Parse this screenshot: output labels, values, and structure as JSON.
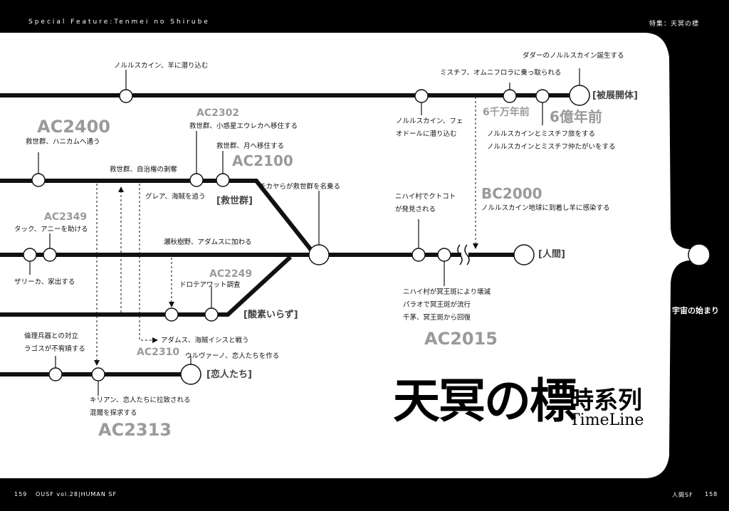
{
  "header": {
    "left": "Special Feature:Tenmei no Shirube",
    "right": "特集：天冥の標"
  },
  "footer": {
    "left_page": "159",
    "left_text": "OUSF vol.28|HUMAN SF",
    "right_text": "人間SF",
    "right_page": "158"
  },
  "title": {
    "main": "天冥の標",
    "sub": "時系列",
    "english": "TimeLine"
  },
  "origin_label": "宇宙の始まり",
  "eras": {
    "hitenkaitai": "[被展開体]",
    "kyuseigun": "[救世群]",
    "ningen": "[人間]",
    "sanso": "[酸素いらず]",
    "koibito": "[恋人たち]"
  },
  "years": {
    "ac2400": "AC2400",
    "ac2302": "AC2302",
    "ac2100": "AC2100",
    "ac2349": "AC2349",
    "ac2249": "AC2249",
    "ac2310": "AC2310",
    "ac2313": "AC2313",
    "ac2015": "AC2015",
    "bc2000": "BC2000",
    "sixty_million": "6千万年前",
    "six_hundred_million": "6億年前"
  },
  "events": {
    "nolleskain_hitsuji": "ノルルスカイン、羊に潜り込む",
    "dada_birth": "ダダーのノルルスカイン誕生する",
    "michichif_omnifloria": "ミスチフ、オムニフロラに乗っ取られる",
    "nolleskain_feodor_1": "ノルルスカイン、フェ",
    "nolleskain_feodor_2": "オドールに潜り込む",
    "travel": "ノルルスカインとミスチフ旅をする",
    "quarrel": "ノルルスカインとミスチフ仲たがいをする",
    "hanicam": "救世群、ハニカムへ通う",
    "eureka": "救世群、小惑星エウレカへ移住する",
    "moon": "救世群、月へ移住する",
    "autonomy": "救世群、自治権の剥奪",
    "grea_pirate": "グレア、海賊を追う",
    "chikaya": "チカヤらが救世群を名乗る",
    "nihai_kutokoto_1": "ニハイ村でクトコト",
    "nihai_kutokoto_2": "が発見される",
    "bc2000_event": "ノルルスカイン地球に到着し羊に感染する",
    "tack_annie": "タック、アニーを助ける",
    "seshu_adams": "瀬秋樹野、アダムスに加わる",
    "zarika": "ザリーカ、家出する",
    "dorotea": "ドロテアワット調査",
    "nihai_destroy": "ニハイ村が冥王斑により壊滅",
    "palao": "パラオで冥王斑が流行",
    "chigaya": "千茅、冥王斑から回復",
    "rinri_1": "倫理兵器との対立",
    "rinri_2": "ラゴスが不宥順する",
    "adams_isis": "アダムス、海賊イシスと戦う",
    "ulvano": "ウルヴァーノ、恋人たちを作る",
    "kirian": "キリアン、恋人たちに拉致される",
    "konton": "混爾を探求する"
  },
  "colors": {
    "background": "#000000",
    "panel": "#ffffff",
    "line": "#111111",
    "year_gray": "#9a9a9a"
  }
}
